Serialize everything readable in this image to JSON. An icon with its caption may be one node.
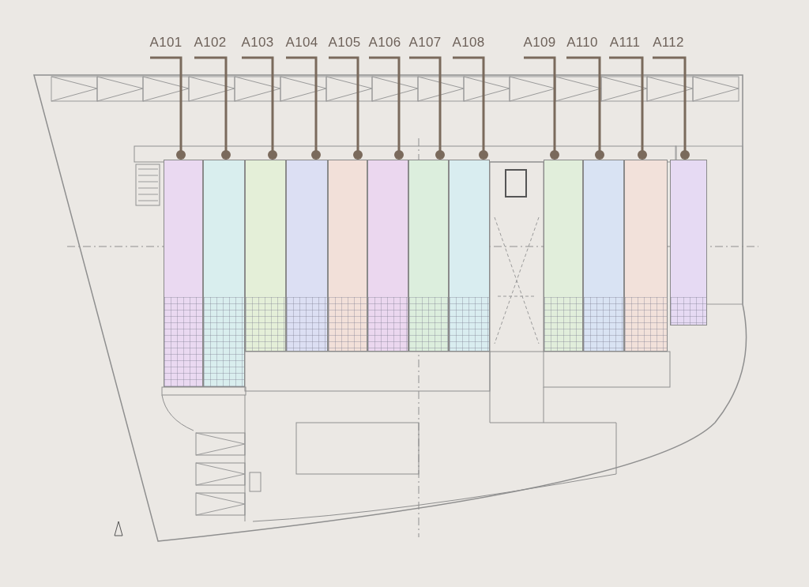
{
  "diagram": {
    "nodes": [
      {
        "text": [
          "A101"
        ]
      },
      {
        "text": [
          "A102"
        ]
      },
      {
        "text": [
          "A103"
        ]
      },
      {
        "text": [
          "A104"
        ]
      },
      {
        "text": [
          "A105"
        ]
      },
      {
        "text": [
          "A106"
        ]
      },
      {
        "text": [
          "A107"
        ]
      },
      {
        "text": [
          "A108"
        ]
      },
      {
        "text": [
          "A109"
        ]
      },
      {
        "text": [
          "A110"
        ]
      },
      {
        "text": [
          "A111"
        ]
      },
      {
        "text": [
          "A112"
        ]
      },
      {
        "text": [],
        "shape": "box"
      },
      {
        "text": [],
        "shape": "box"
      },
      {
        "text": [],
        "shape": "box"
      },
      {
        "text": [],
        "shape": "box"
      },
      {
        "text": [],
        "shape": "box"
      },
      {
        "text": [],
        "shape": "box"
      },
      {
        "text": [],
        "shape": "box"
      },
      {
        "text": [],
        "shape": "box"
      },
      {
        "text": [],
        "shape": "box"
      },
      {
        "text": [],
        "shape": "box"
      },
      {
        "text": [],
        "shape": "box"
      },
      {
        "text": [],
        "shape": "box"
      }
    ],
    "edges": [
      {
        "from": 0,
        "to": 12,
        "arrow": "other"
      },
      {
        "from": 1,
        "to": 13,
        "arrow": "other"
      },
      {
        "from": 2,
        "to": 14,
        "arrow": "other"
      },
      {
        "from": 3,
        "to": 15,
        "arrow": "other"
      },
      {
        "from": 4,
        "to": 16,
        "arrow": "other"
      },
      {
        "from": 5,
        "to": 17,
        "arrow": "other"
      },
      {
        "from": 6,
        "to": 18,
        "arrow": "other"
      },
      {
        "from": 7,
        "to": 19,
        "arrow": "other"
      },
      {
        "from": 8,
        "to": 20,
        "arrow": "other"
      },
      {
        "from": 9,
        "to": 21,
        "arrow": "other"
      },
      {
        "from": 10,
        "to": 22,
        "arrow": "other"
      },
      {
        "from": 11,
        "to": 23,
        "arrow": "other"
      }
    ]
  }
}
